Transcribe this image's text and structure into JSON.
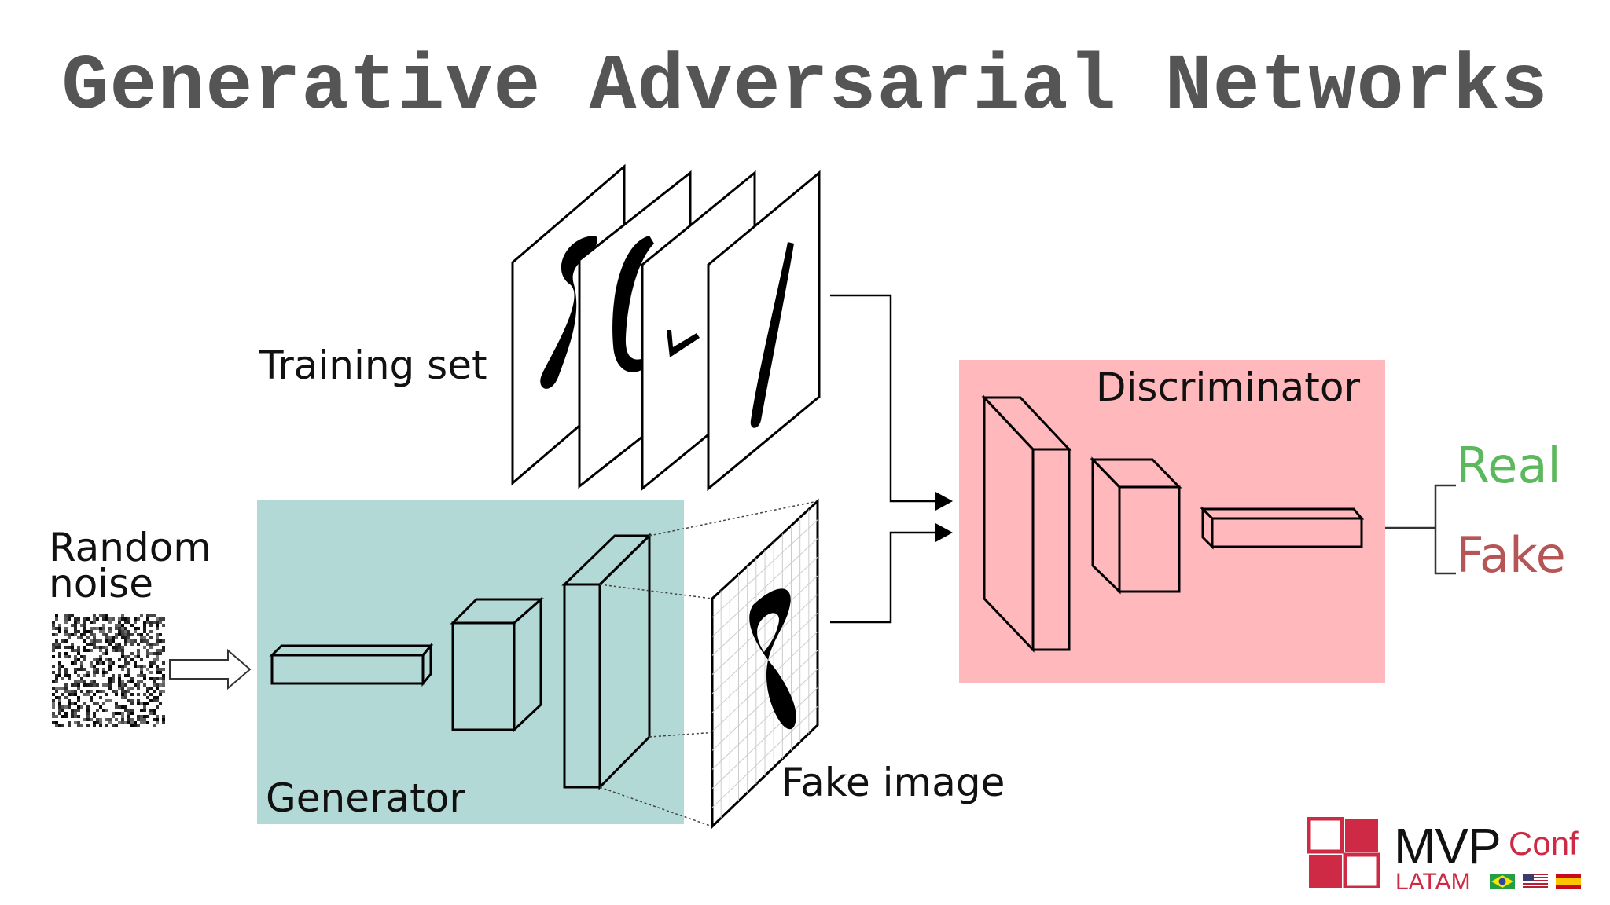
{
  "slide": {
    "title": "Generative Adversarial Networks"
  },
  "diagram": {
    "labels": {
      "training_set": "Training set",
      "random_noise_line1": "Random",
      "random_noise_line2": "noise",
      "generator": "Generator",
      "fake_image": "Fake image",
      "discriminator": "Discriminator",
      "real": "Real",
      "fake": "Fake"
    },
    "colors": {
      "generator_bg": "#b3d9d7",
      "discriminator_bg": "#ffb8bb",
      "real": "#5cb85c",
      "fake": "#b55555",
      "title": "#555555"
    }
  },
  "branding": {
    "mvp": "MVP",
    "conf": "Conf",
    "latam": "LATAM",
    "flags": [
      "brazil-flag",
      "usa-flag",
      "spain-flag"
    ],
    "accent": "#cf2a45"
  }
}
